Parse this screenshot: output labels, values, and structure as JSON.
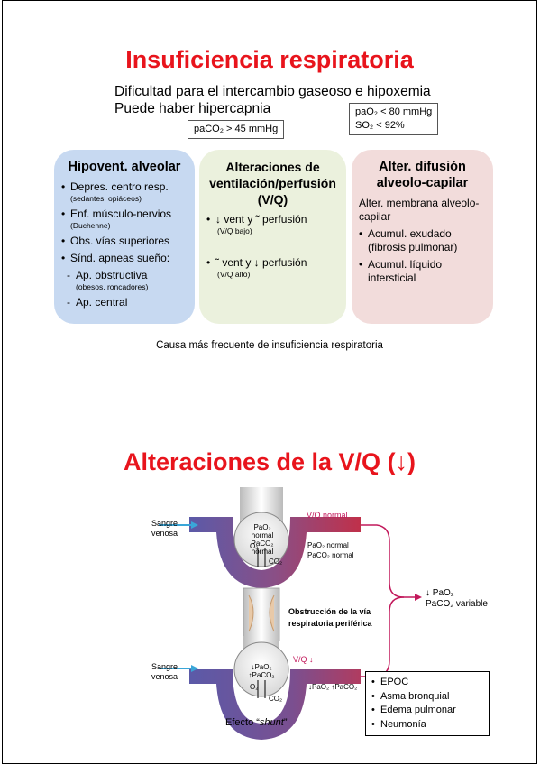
{
  "slide1": {
    "title": "Insuficiencia respiratoria",
    "line1": "Dificultad para el intercambio gaseoso e hipoxemia",
    "line2": "Puede haber hipercapnia",
    "paco2_box": "paCO₂ > 45 mmHg",
    "pao2_box_1": "paO₂ < 80 mmHg",
    "pao2_box_2": "SO₂ < 92%",
    "panels": [
      {
        "title": "Hipovent. alveolar",
        "items": [
          {
            "text": "Depres. centro resp.",
            "note": "(sedantes, opiáceos)"
          },
          {
            "text": "Enf. músculo-nervios",
            "note": "(Duchenne)"
          },
          {
            "text": "Obs. vías superiores",
            "note": ""
          },
          {
            "text": "Sínd. apneas sueño:",
            "note": ""
          }
        ],
        "subitems": [
          {
            "text": "Ap. obstructiva",
            "note": "(obesos, roncadores)"
          },
          {
            "text": "Ap. central",
            "note": ""
          }
        ]
      },
      {
        "title": "Alteraciones de ventilación/perfusión (V/Q)",
        "items": [
          {
            "text": "↓ vent y ˜ perfusión",
            "note": "(V/Q bajo)"
          },
          {
            "text": "˜ vent y ↓ perfusión",
            "note": "(V/Q alto)"
          }
        ]
      },
      {
        "title": "Alter. difusión alveolo-capilar",
        "intro": "Alter. membrana alveolo-capilar",
        "items": [
          {
            "text": "Acumul. exudado (fibrosis pulmonar)"
          },
          {
            "text": "Acumul. líquido intersticial"
          }
        ]
      }
    ],
    "footer": "Causa más frecuente de insuficiencia respiratoria"
  },
  "slide2": {
    "title": "Alteraciones de la V/Q (↓)",
    "colors": {
      "red": "#e8141c",
      "arrow_blue": "#3aa6d8",
      "vessel_red": "#c0304a",
      "vessel_purple": "#6a4a8c",
      "magenta": "#c2185b"
    },
    "top_diagram": {
      "sangre_venosa": [
        "Sangre",
        "venosa"
      ],
      "vq_label": "V/Q normal",
      "alveolus_1": "PaO₂ normal",
      "alveolus_2": "PaCO₂ normal",
      "o2": "O₂",
      "co2": "CO₂",
      "out_1": "PaO₂ normal",
      "out_2": "PaCO₂ normal"
    },
    "result": {
      "line1": "↓ PaO₂",
      "line2": "PaCO₂ variable"
    },
    "obstruction": [
      "Obstrucción de la vía",
      "respiratoria periférica"
    ],
    "bottom_diagram": {
      "sangre_venosa": [
        "Sangre",
        "venosa"
      ],
      "vq_label": "V/Q ↓",
      "alveolus": "↓PaO₂ ↑PaCO₂",
      "o2": "O₂",
      "co2": "CO₂",
      "out": "↓PaO₂ ↑PaCO₂"
    },
    "caption_prefix": "Efecto “",
    "caption_italic": "shunt",
    "caption_suffix": "”",
    "diseases": [
      "EPOC",
      "Asma bronquial",
      "Edema pulmonar",
      "Neumonía"
    ]
  }
}
